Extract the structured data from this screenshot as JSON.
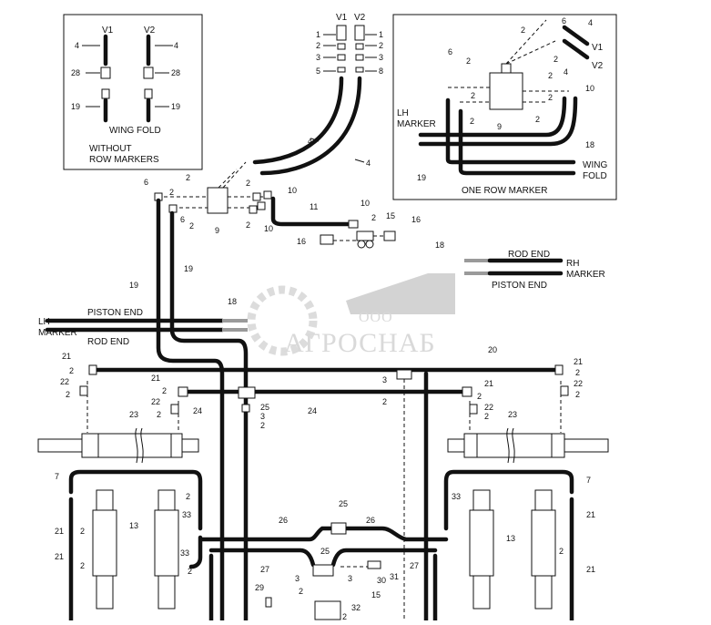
{
  "inset_left": {
    "col_v1": "V1",
    "col_v2": "V2",
    "caption_line1": "WING FOLD",
    "caption_line2": "WITHOUT",
    "caption_line3": "ROW MARKERS",
    "callouts": [
      "4",
      "4",
      "28",
      "28",
      "19",
      "19"
    ]
  },
  "inset_right": {
    "caption": "ONE ROW MARKER",
    "lh_marker_line1": "LH",
    "lh_marker_line2": "MARKER",
    "wing_fold_line1": "WING",
    "wing_fold_line2": "FOLD",
    "v1": "V1",
    "v2": "V2",
    "callouts": [
      "2",
      "6",
      "4",
      "4",
      "2",
      "6",
      "2",
      "2",
      "2",
      "9",
      "2",
      "2",
      "2",
      "10",
      "18",
      "19"
    ]
  },
  "top_valve": {
    "v1": "V1",
    "v2": "V2",
    "callouts": [
      "1",
      "1",
      "2",
      "2",
      "3",
      "3",
      "5",
      "8",
      "4",
      "4"
    ]
  },
  "main": {
    "lh_marker_line1": "LH",
    "lh_marker_line2": "MARKER",
    "piston_end_left": "PISTON END",
    "rod_end_left": "ROD END",
    "rod_end_right": "ROD END",
    "rh_marker_line1": "RH",
    "rh_marker_line2": "MARKER",
    "piston_end_right": "PISTON END",
    "callouts": [
      "6",
      "2",
      "2",
      "6",
      "2",
      "9",
      "2",
      "2",
      "10",
      "10",
      "11",
      "10",
      "2",
      "15",
      "16",
      "16",
      "18",
      "19",
      "19",
      "18",
      "20",
      "21",
      "2",
      "22",
      "2",
      "21",
      "2",
      "22",
      "2",
      "24",
      "25",
      "3",
      "2",
      "3",
      "2",
      "24",
      "21",
      "2",
      "22",
      "2",
      "21",
      "2",
      "22",
      "2",
      "23",
      "23",
      "7",
      "7",
      "13",
      "13",
      "2",
      "33",
      "21",
      "2",
      "33",
      "2",
      "21",
      "2",
      "26",
      "26",
      "27",
      "27",
      "25",
      "25",
      "30",
      "31",
      "3",
      "3",
      "15",
      "29",
      "2",
      "32",
      "2",
      "33",
      "21",
      "2",
      "21"
    ]
  },
  "watermark": {
    "company": "ООО",
    "brand": "АГРОСНАБ"
  }
}
